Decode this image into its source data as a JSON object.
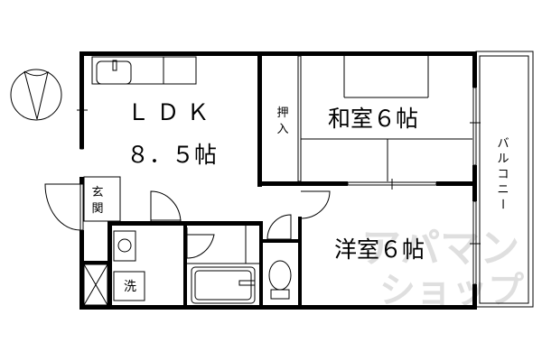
{
  "rooms": {
    "ldk": {
      "name": "ＬＤＫ",
      "size": "８．５帖"
    },
    "washitsu": {
      "name": "和室６帖"
    },
    "youshitsu": {
      "name": "洋室６帖"
    },
    "oshiire": {
      "line1": "押",
      "line2": "入"
    },
    "genkan": {
      "line1": "玄",
      "line2": "関"
    },
    "balcony": {
      "chars": [
        "バ",
        "ル",
        "コ",
        "ニ",
        "ー"
      ]
    },
    "washer": "洗"
  },
  "watermark": {
    "line1": "アパマン",
    "line2": "ショップ"
  },
  "icons": {
    "compass": "north-arrow-icon"
  }
}
